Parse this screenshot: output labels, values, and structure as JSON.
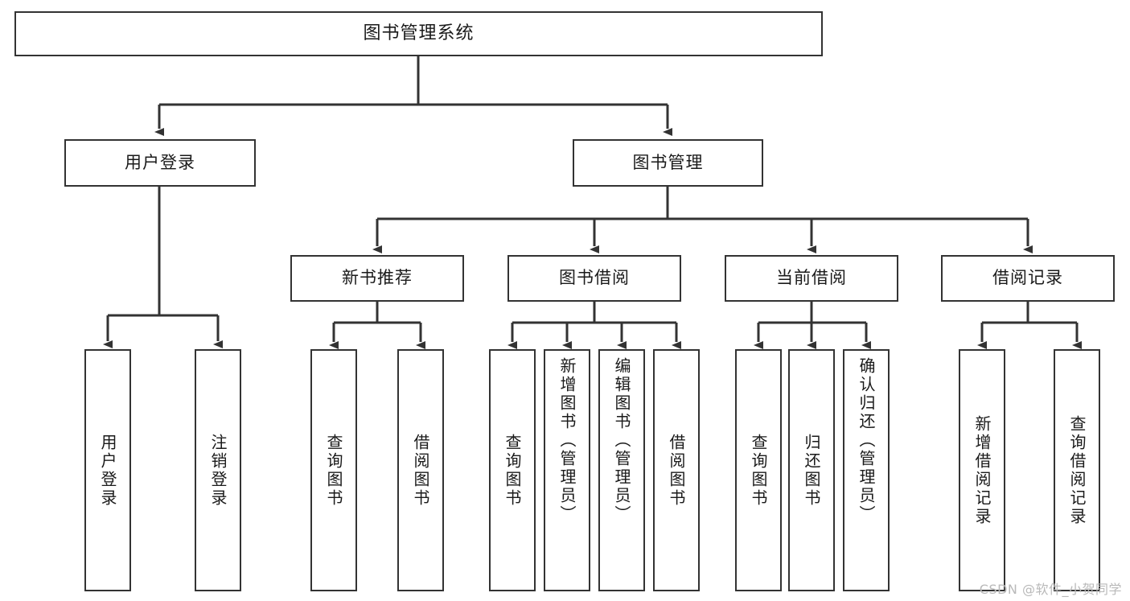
{
  "diagram": {
    "type": "tree",
    "title": "图书管理系统",
    "orientation": "top-down",
    "edge_style": "orthogonal-arrow",
    "colors": {
      "background": "#ffffff",
      "node_fill": "#ffffff",
      "node_border": "#333333",
      "edge": "#333333",
      "text": "#1a1a1a",
      "watermark": "#b9b9b9"
    },
    "root": {
      "label": "图书管理系统"
    },
    "level1": [
      {
        "label": "用户登录"
      },
      {
        "label": "图书管理"
      }
    ],
    "level2": [
      {
        "label": "新书推荐",
        "parent": "图书管理"
      },
      {
        "label": "图书借阅",
        "parent": "图书管理"
      },
      {
        "label": "当前借阅",
        "parent": "图书管理"
      },
      {
        "label": "借阅记录",
        "parent": "图书管理"
      }
    ],
    "leaves": {
      "user_login": [
        {
          "label": "用户登录"
        },
        {
          "label": "注销登录"
        }
      ],
      "new_book_rec": [
        {
          "label": "查询图书"
        },
        {
          "label": "借阅图书"
        }
      ],
      "book_borrow": [
        {
          "label": "查询图书"
        },
        {
          "label": "新增图书（管理员）"
        },
        {
          "label": "编辑图书（管理员）"
        },
        {
          "label": "借阅图书"
        }
      ],
      "current_borrow": [
        {
          "label": "查询图书"
        },
        {
          "label": "归还图书"
        },
        {
          "label": "确认归还（管理员）"
        }
      ],
      "borrow_records": [
        {
          "label": "新增借阅记录"
        },
        {
          "label": "查询借阅记录"
        }
      ]
    }
  },
  "watermark": {
    "text": "CSDN @软件_小贺同学"
  }
}
